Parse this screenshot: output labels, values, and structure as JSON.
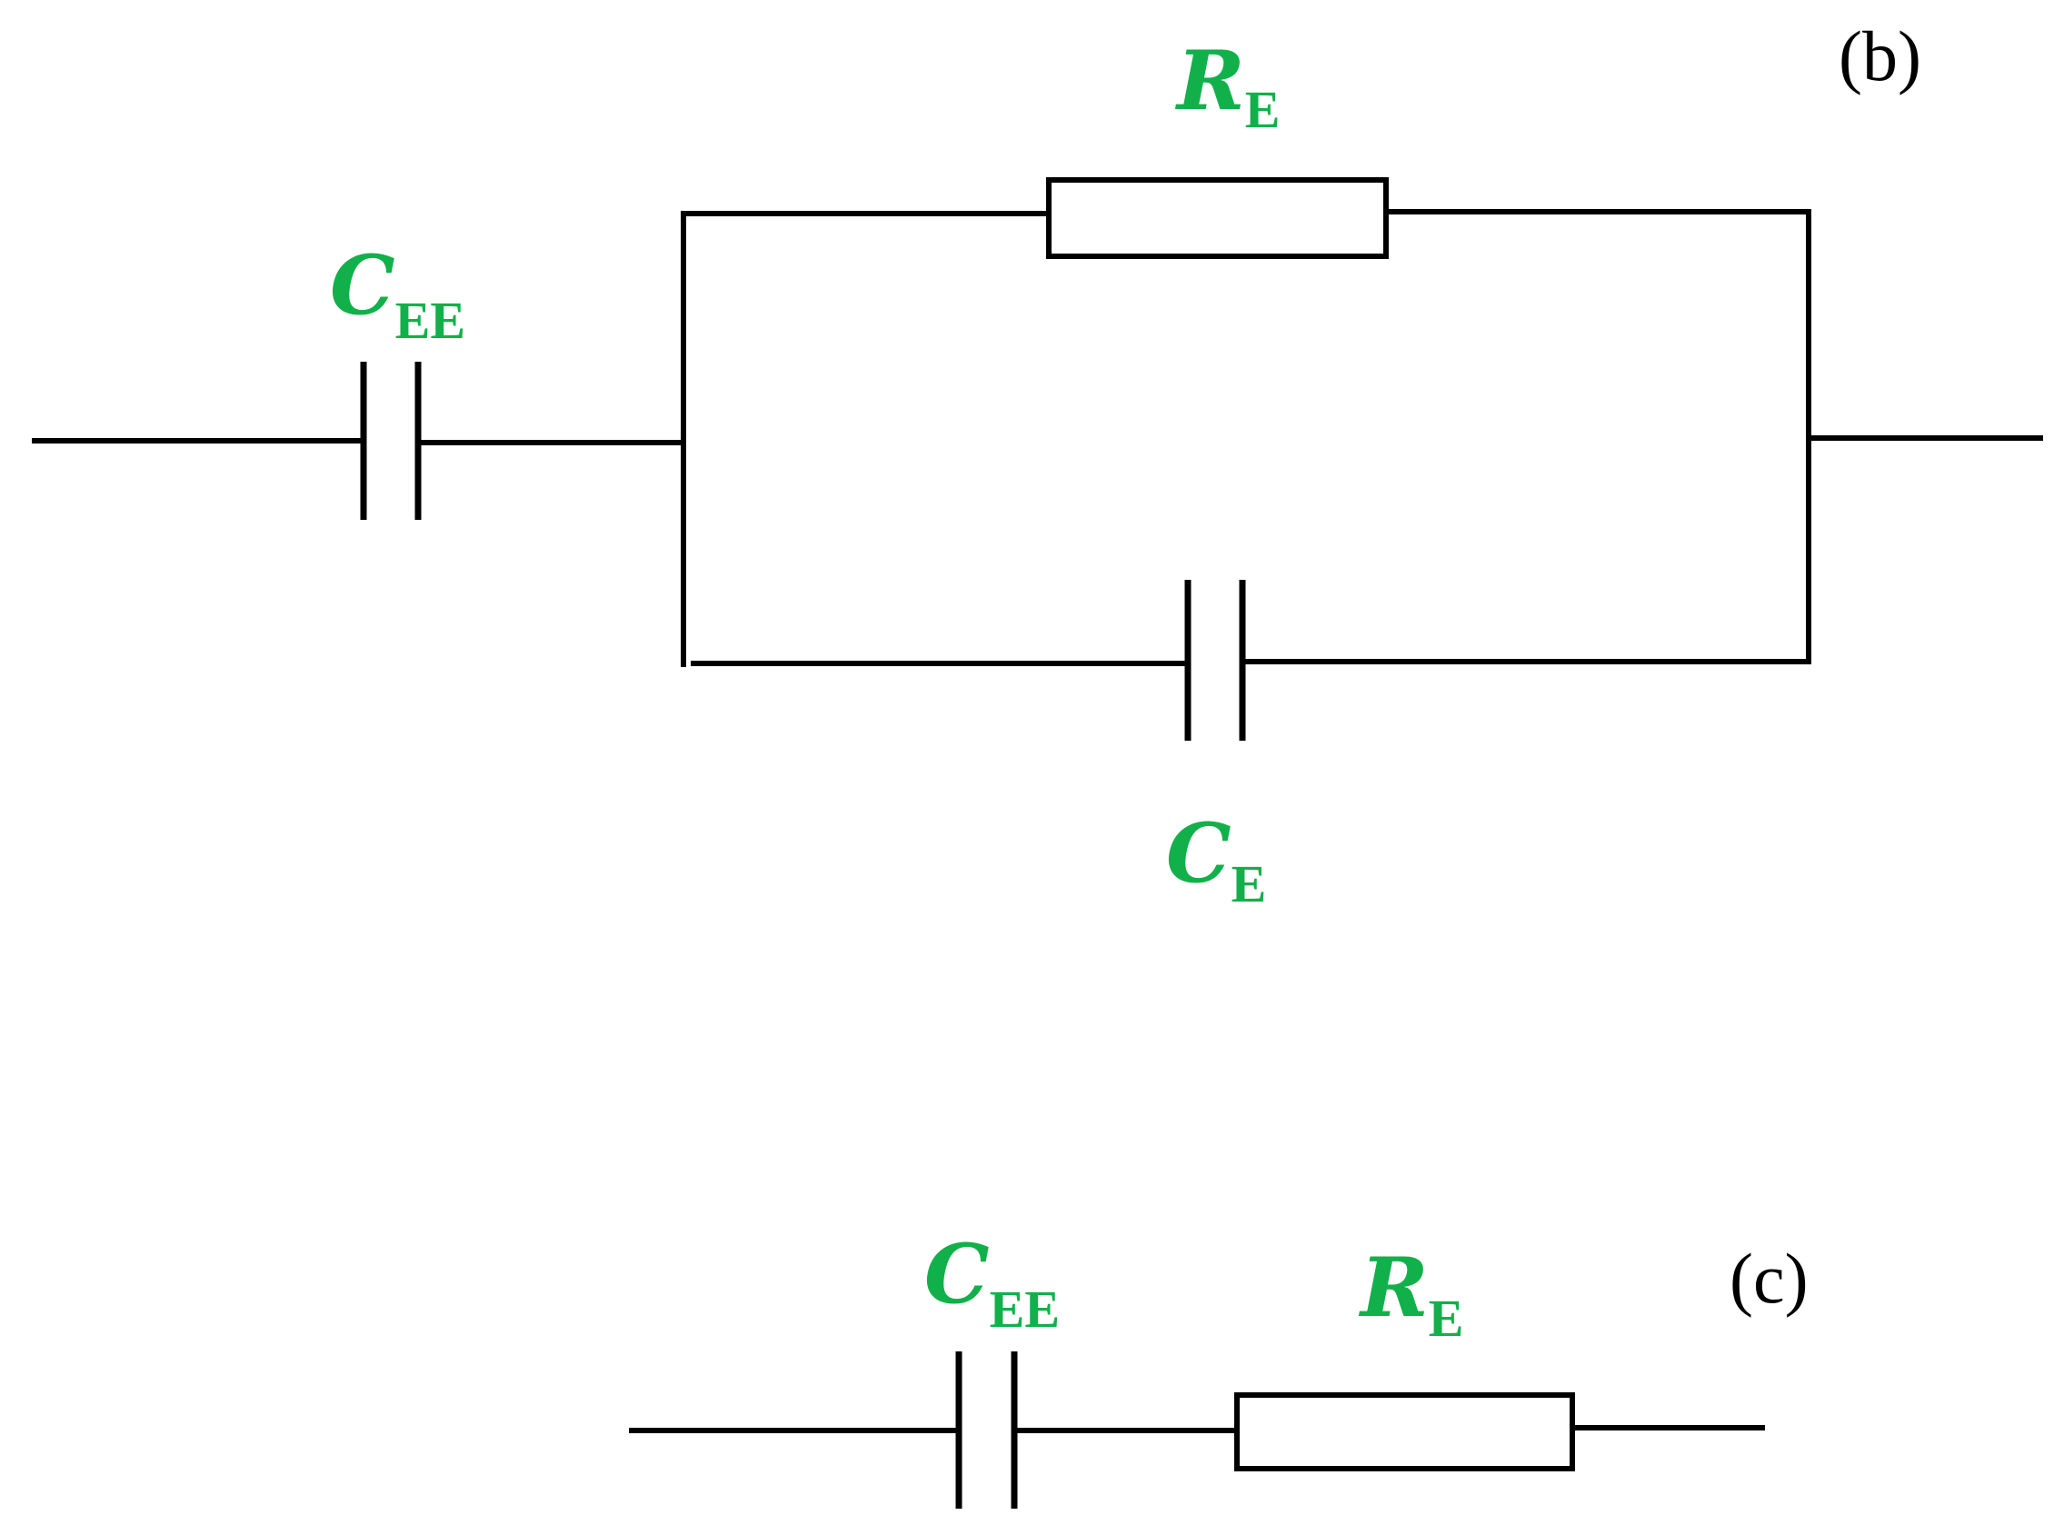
{
  "colors": {
    "label": "#12b04a",
    "wire": "#000000"
  },
  "panels": {
    "b": {
      "tag": "(b)",
      "labels": {
        "cee": {
          "symbol": "C",
          "sub": "EE"
        },
        "re": {
          "symbol": "R",
          "sub": "E"
        },
        "ce": {
          "symbol": "C",
          "sub": "E"
        }
      }
    },
    "c": {
      "tag": "(c)",
      "labels": {
        "cee": {
          "symbol": "C",
          "sub": "EE"
        },
        "re": {
          "symbol": "R",
          "sub": "E"
        }
      }
    }
  }
}
